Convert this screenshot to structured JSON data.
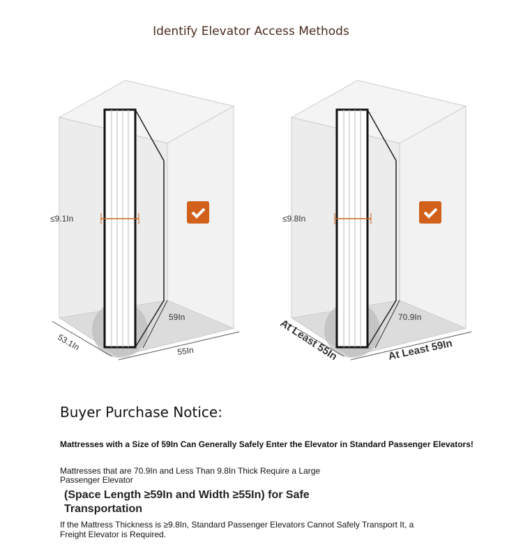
{
  "title": "Identify Elevator Access Methods",
  "diagrams": [
    {
      "thickness": "≤9.1In",
      "length": "59In",
      "depth": "53.1In",
      "width": "55In"
    },
    {
      "thickness": "≤9.8In",
      "length": "70.9In",
      "depth": "At Least 55In",
      "width": "At Least 59In"
    }
  ],
  "colors": {
    "accent": "#d0601a",
    "title": "#4a2a1c"
  },
  "notice": {
    "heading": "Buyer Purchase Notice:",
    "line1": "Mattresses with a Size of 59In Can Generally Safely Enter the Elevator in Standard Passenger Elevators!",
    "line2": "Mattresses that are 70.9In and Less Than 9.8In Thick Require a Large Passenger Elevator",
    "line3": "(Space Length ≥59In and Width ≥55In) for Safe Transportation",
    "line4": "If the Mattress Thickness is ≥9.8In, Standard Passenger Elevators Cannot Safely Transport It, a Freight Elevator is Required."
  }
}
